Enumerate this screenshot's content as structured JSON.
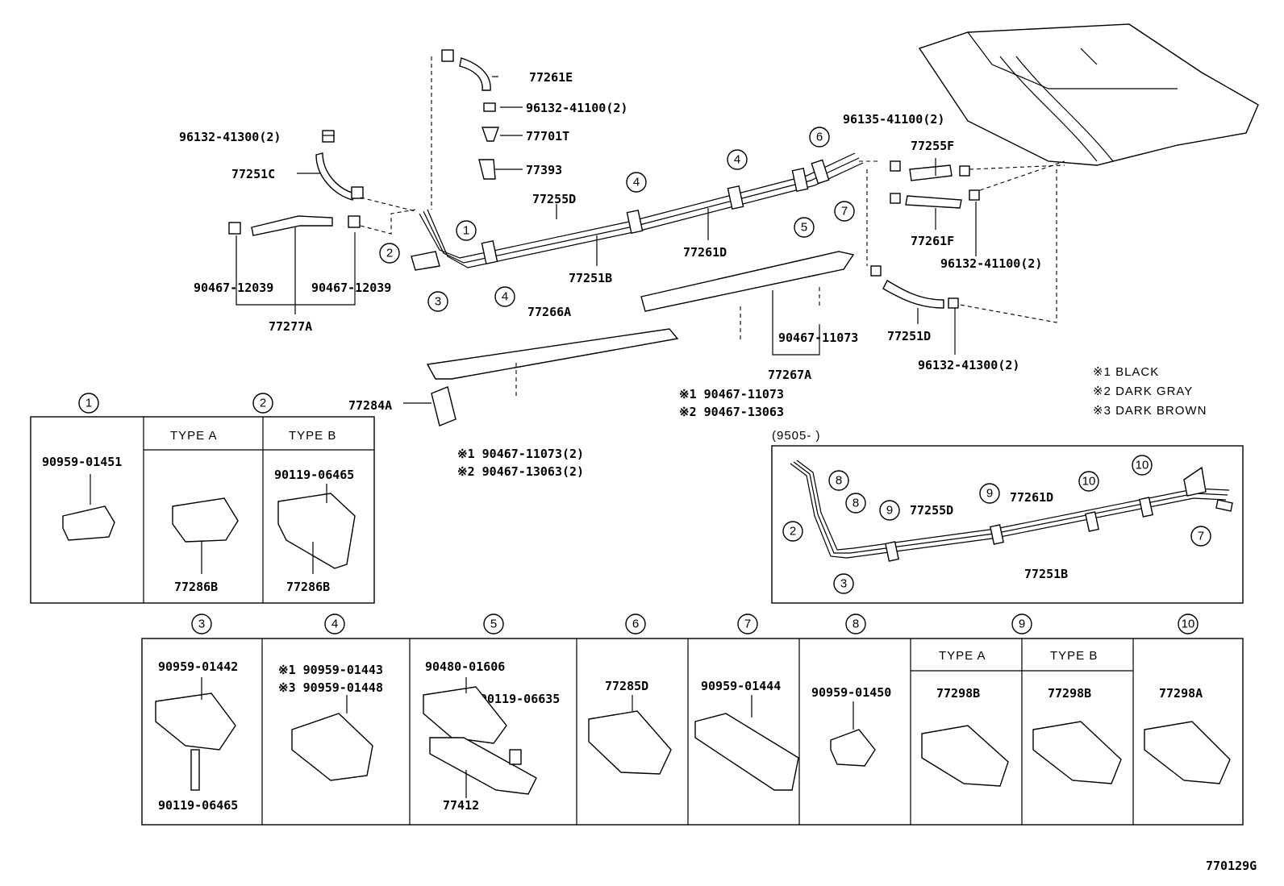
{
  "callouts": {
    "c1": "1",
    "c2": "2",
    "c3": "3",
    "c4": "4",
    "c5": "5",
    "c6": "6",
    "c7": "7",
    "c8": "8",
    "c9": "9",
    "c10": "10"
  },
  "upper": {
    "p77261E": "77261E",
    "p96132_41100": "96132-41100(2)",
    "p77701T": "77701T",
    "p77393": "77393",
    "p96132_41300_left": "96132-41300(2)",
    "p77251C": "77251C",
    "p77255D": "77255D",
    "p90467_12039_a": "90467-12039",
    "p90467_12039_b": "90467-12039",
    "p77277A": "77277A",
    "p77251B": "77251B",
    "p77261D": "77261D",
    "p77266A": "77266A",
    "p96135_41100": "96135-41100(2)",
    "p77255F": "77255F",
    "p77261F": "77261F",
    "p96132_41100_right": "96132-41100(2)",
    "p77251D": "77251D",
    "p96132_41300_right": "96132-41300(2)",
    "p90467_11073": "90467-11073",
    "p77267A": "77267A",
    "n1_90467_11073": "※1 90467-11073",
    "n2_90467_13063": "※2 90467-13063",
    "p77284A": "77284A",
    "n1_90467_11073_2": "※1 90467-11073(2)",
    "n2_90467_13063_2": "※2 90467-13063(2)"
  },
  "legend": {
    "n1": "※1  BLACK",
    "n2": "※2  DARK GRAY",
    "n3": "※3  DARK BROWN"
  },
  "inset": {
    "title": "(9505-   )",
    "p77255D": "77255D",
    "p77261D": "77261D",
    "p77251B": "77251B"
  },
  "table1": {
    "type_a": "TYPE A",
    "type_b": "TYPE B",
    "p90959_01451": "90959-01451",
    "p90119_06465": "90119-06465",
    "p77286B_a": "77286B",
    "p77286B_b": "77286B"
  },
  "table2": {
    "c3_top": "90959-01442",
    "c3_bottom": "90119-06465",
    "c4_n1": "※1 90959-01443",
    "c4_n3": "※3 90959-01448",
    "c5_top": "90480-01606",
    "c5_bolt": "90119-06635",
    "c5_bottom": "77412",
    "c6": "77285D",
    "c7": "90959-01444",
    "c8": "90959-01450",
    "c9_type_a": "TYPE A",
    "c9_type_b": "TYPE B",
    "c9a": "77298B",
    "c9b": "77298B",
    "c10": "77298A"
  },
  "footer": {
    "code": "770129G"
  }
}
